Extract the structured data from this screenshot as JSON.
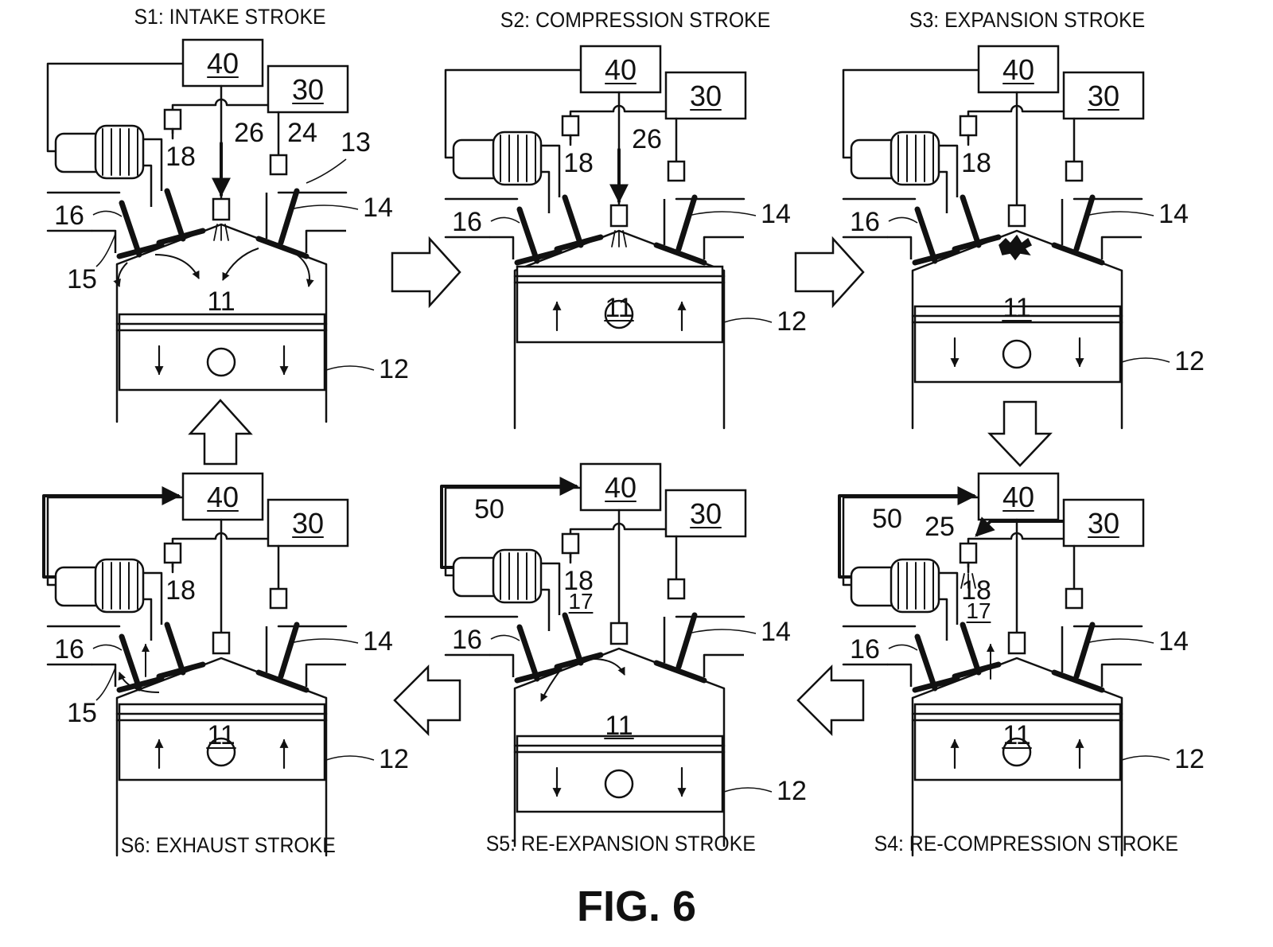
{
  "figure_label": "FIG. 6",
  "panels": [
    {
      "id": "s1",
      "caption": "S1: INTAKE STROKE",
      "labels": {
        "controller": "40",
        "injector_driver": "30",
        "chamber": "11",
        "piston": "12",
        "exhaust_valve": "16",
        "port_passage": "15",
        "egr_valve": "18",
        "spark_plug": "26",
        "fuel_injector": "24",
        "intake_port": "13",
        "intake_valve": "14"
      }
    },
    {
      "id": "s2",
      "caption": "S2: COMPRESSION STROKE",
      "labels": {
        "controller": "40",
        "injector_driver": "30",
        "chamber": "11",
        "piston": "12",
        "exhaust_valve": "16",
        "egr_valve": "18",
        "spark_plug": "26",
        "intake_valve": "14"
      }
    },
    {
      "id": "s3",
      "caption": "S3: EXPANSION STROKE",
      "labels": {
        "controller": "40",
        "injector_driver": "30",
        "chamber": "11",
        "piston": "12",
        "exhaust_valve": "16",
        "egr_valve": "18",
        "intake_valve": "14"
      }
    },
    {
      "id": "s4",
      "caption": "S4: RE-COMPRESSION STROKE",
      "labels": {
        "controller": "40",
        "injector_driver": "30",
        "chamber": "11",
        "piston": "12",
        "exhaust_valve": "16",
        "egr_valve": "18",
        "intake_valve": "14",
        "catalyst": "50",
        "reformer_injector": "25",
        "passage": "17"
      }
    },
    {
      "id": "s5",
      "caption": "S5: RE-EXPANSION STROKE",
      "labels": {
        "controller": "40",
        "injector_driver": "30",
        "chamber": "11",
        "piston": "12",
        "exhaust_valve": "16",
        "egr_valve": "18",
        "intake_valve": "14",
        "catalyst": "50",
        "passage": "17"
      }
    },
    {
      "id": "s6",
      "caption": "S6: EXHAUST STROKE",
      "labels": {
        "controller": "40",
        "injector_driver": "30",
        "chamber": "11",
        "piston": "12",
        "exhaust_valve": "16",
        "port_passage": "15",
        "egr_valve": "18",
        "intake_valve": "14"
      }
    }
  ]
}
